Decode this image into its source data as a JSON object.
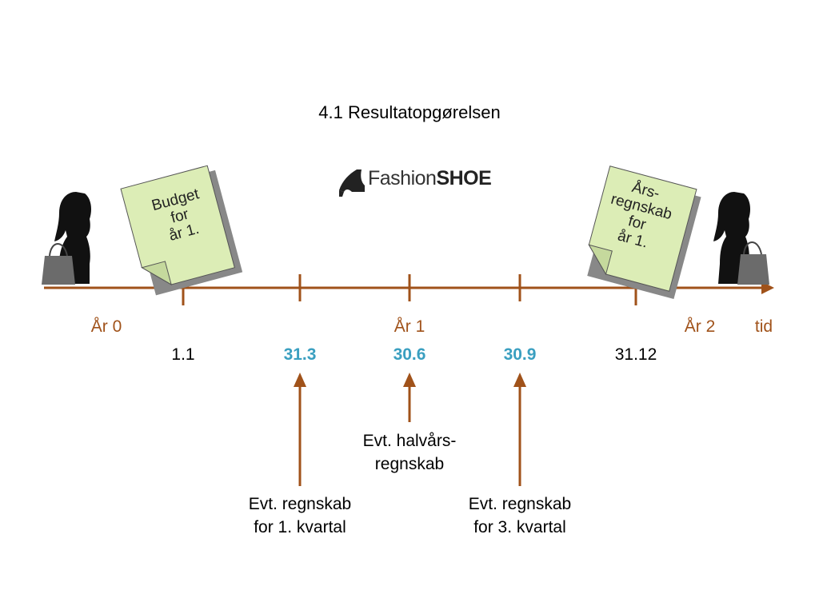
{
  "title": "4.1 Resultatopgørelsen",
  "logo": {
    "text_light": "Fashion",
    "text_bold": "SHOE",
    "icon": "high-heel-shoe-icon"
  },
  "timeline": {
    "axis_label": "tid",
    "years": [
      "År 0",
      "År 1",
      "År 2"
    ],
    "dates": [
      {
        "text": "1.1",
        "highlight": false
      },
      {
        "text": "31.3",
        "highlight": true
      },
      {
        "text": "30.6",
        "highlight": true
      },
      {
        "text": "30.9",
        "highlight": true
      },
      {
        "text": "31.12",
        "highlight": false
      }
    ]
  },
  "documents": {
    "budget": {
      "line1": "Budget",
      "line2": "for",
      "line3": "år 1."
    },
    "annual": {
      "line1": "Års-",
      "line2": "regnskab",
      "line3": "for",
      "line4": "år 1."
    }
  },
  "notes": {
    "q1": {
      "line1": "Evt. regnskab",
      "line2": "for 1. kvartal"
    },
    "half": {
      "line1": "Evt. halvårs-",
      "line2": "regnskab"
    },
    "q3": {
      "line1": "Evt. regnskab",
      "line2": "for 3. kvartal"
    }
  },
  "colors": {
    "timeline": "#a0521a",
    "highlight": "#3a9fc0",
    "paper": "#dcedb6"
  }
}
